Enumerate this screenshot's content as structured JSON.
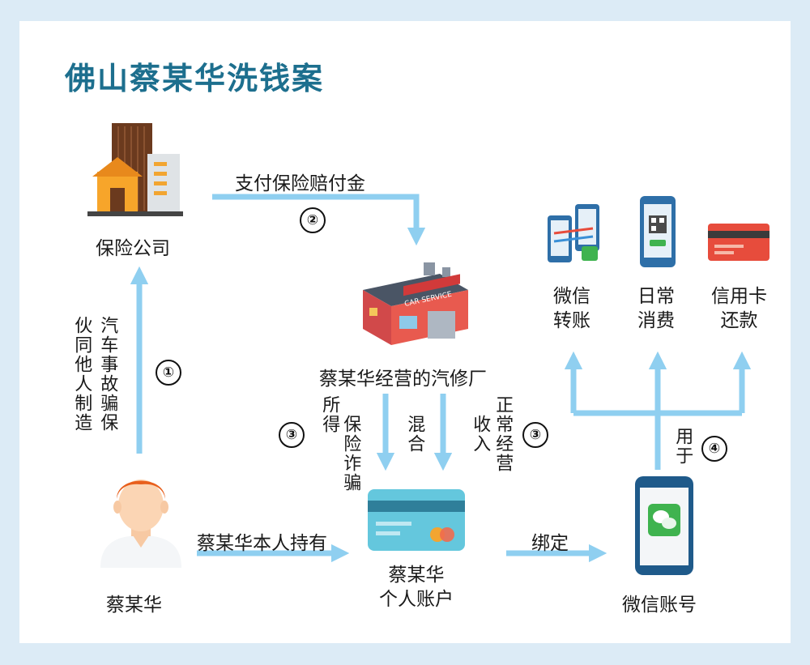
{
  "title": "佛山蔡某华洗钱案",
  "nodes": {
    "insurance": "保险公司",
    "garage": "蔡某华经营的汽修厂",
    "person": "蔡某华",
    "account_line1": "蔡某华",
    "account_line2": "个人账户",
    "wechat": "微信账号",
    "transfer_line1": "微信",
    "transfer_line2": "转账",
    "daily_line1": "日常",
    "daily_line2": "消费",
    "card_line1": "信用卡",
    "card_line2": "还款"
  },
  "edges": {
    "pay_claim": "支付保险赔付金",
    "fraud_col1": "汽车事故骗保",
    "fraud_col2": "伙同他人制造",
    "held_by": "蔡某华本人持有",
    "bind": "绑定",
    "insurance_fraud_col1": "保险诈骗",
    "insurance_fraud_col2": "所得",
    "mixed": "混合",
    "normal_col1": "正常经营",
    "normal_col2": "收入",
    "used_for": "用于"
  },
  "markers": {
    "m1": "①",
    "m2": "②",
    "m3a": "③",
    "m3b": "③",
    "m4": "④"
  },
  "colors": {
    "arrow": "#8fcff0",
    "title": "#1d6f8e"
  }
}
